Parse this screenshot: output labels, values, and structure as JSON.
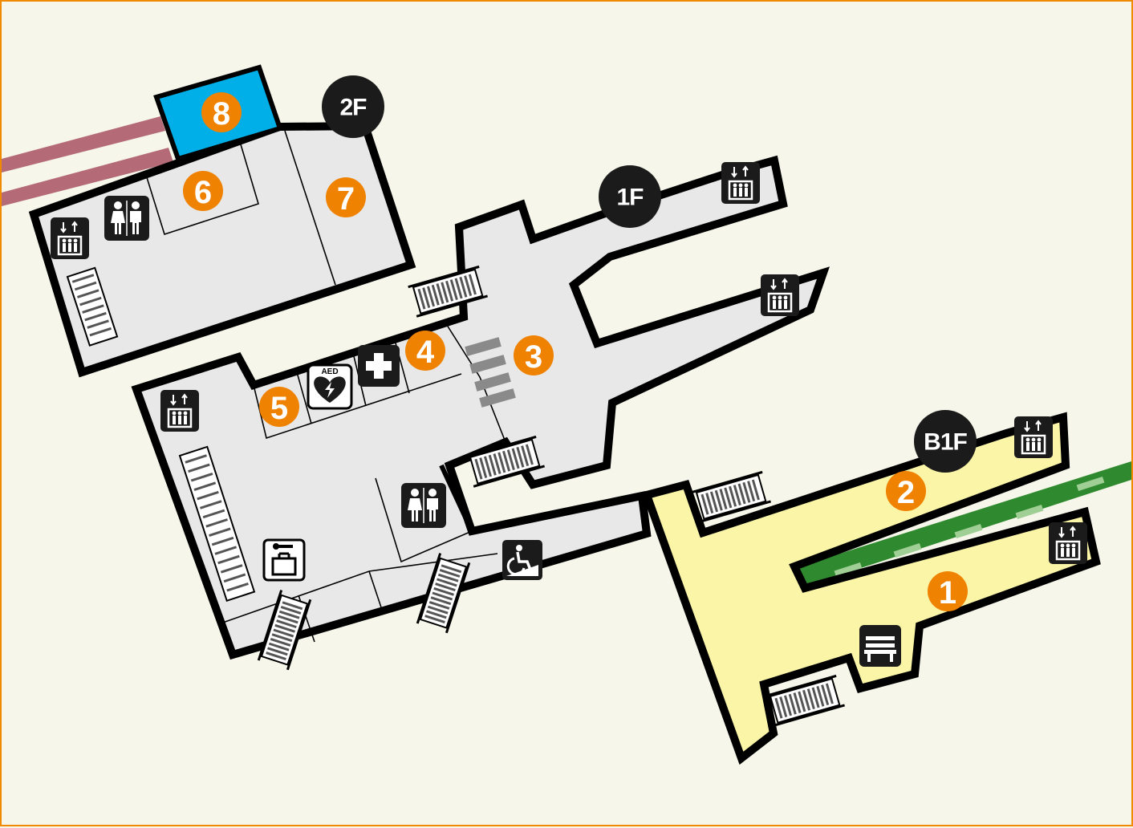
{
  "map": {
    "floors": [
      {
        "id": "2F",
        "label": "2F"
      },
      {
        "id": "1F",
        "label": "1F"
      },
      {
        "id": "B1F",
        "label": "B1F"
      }
    ],
    "numbered_spots": [
      "1",
      "2",
      "3",
      "4",
      "5",
      "6",
      "7",
      "8"
    ],
    "icons": {
      "aed_label": "AED",
      "names": [
        "elevator-icon",
        "restroom-icon",
        "aed-icon",
        "first-aid-icon",
        "coin-locker-icon",
        "wheelchair-slope-icon",
        "bench-icon",
        "escalator-icon"
      ]
    },
    "colors": {
      "frame": "#f08a00",
      "background": "#f6f7ea",
      "floor": "#e8e8e8",
      "b1f_floor": "#fbf5a8",
      "number_badge": "#ef8200",
      "area_8": "#00aee8",
      "rail_2f": "#b56a78",
      "rail_b1f": "#2f8a2f",
      "icon": "#1b1b1b"
    }
  }
}
